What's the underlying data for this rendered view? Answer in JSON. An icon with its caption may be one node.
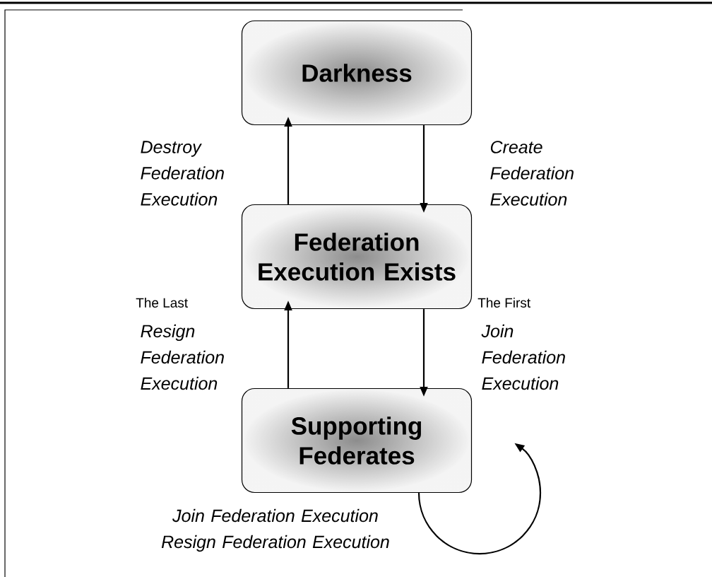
{
  "diagram": {
    "nodes": [
      {
        "text": [
          "Darkness"
        ]
      },
      {
        "text": [
          "Federation Execution Exists"
        ]
      },
      {
        "text": [
          "Supporting Federates"
        ]
      }
    ],
    "edges": [
      {
        "from": 1,
        "to": 0,
        "arrow": "to",
        "label": "Destroy Federation Execution"
      },
      {
        "from": 0,
        "to": 1,
        "arrow": "to",
        "label": "Create Federation Execution"
      },
      {
        "from": 2,
        "to": 1,
        "arrow": "to",
        "label": "Resign Federation Execution"
      },
      {
        "from": 1,
        "to": 2,
        "arrow": "to",
        "label": "Join Federation Execution"
      },
      {
        "from": 2,
        "to": 2,
        "arrow": "to",
        "label": "Join Federation Execution Resign Federation Execution"
      }
    ],
    "labels": [
      "The Last",
      "The First"
    ]
  }
}
